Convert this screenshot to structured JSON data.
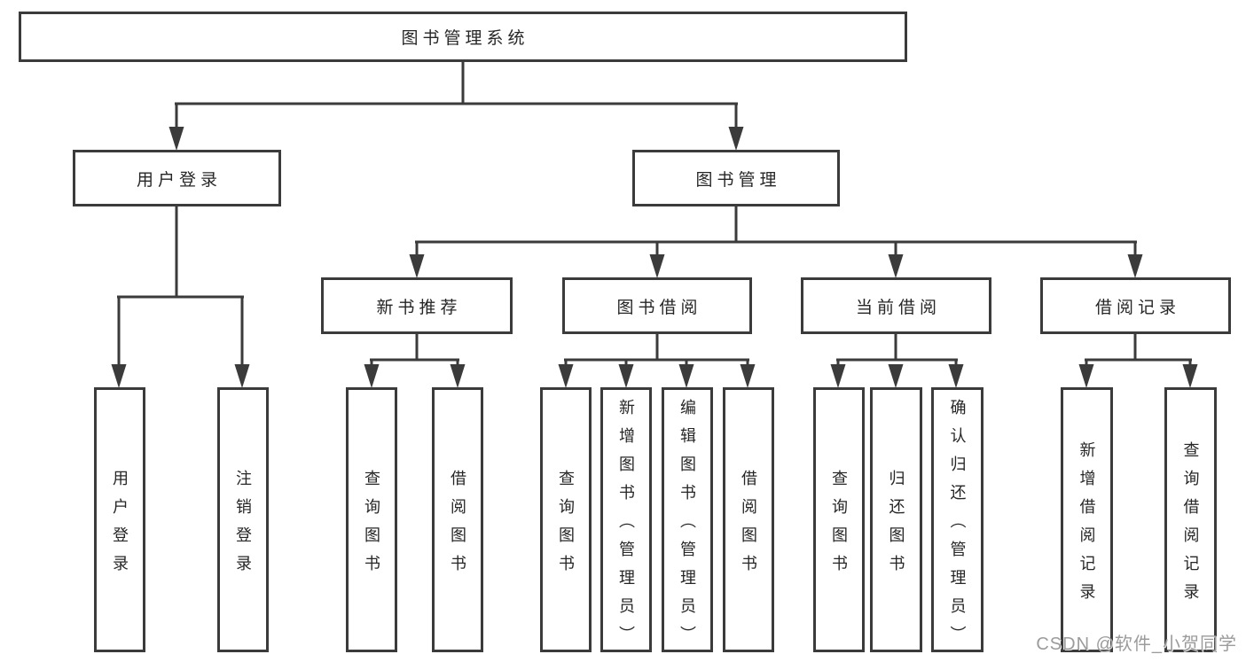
{
  "diagram": {
    "title_node": "图书管理系统",
    "level2": [
      {
        "label": "用户登录"
      },
      {
        "label": "图书管理"
      }
    ],
    "level3": [
      {
        "label": "新书推荐"
      },
      {
        "label": "图书借阅"
      },
      {
        "label": "当前借阅"
      },
      {
        "label": "借阅记录"
      }
    ],
    "leaves": [
      {
        "label": "用户登录"
      },
      {
        "label": "注销登录"
      },
      {
        "label": "查询图书"
      },
      {
        "label": "借阅图书"
      },
      {
        "label": "查询图书"
      },
      {
        "label": "新增图书（管理员）"
      },
      {
        "label": "编辑图书（管理员）"
      },
      {
        "label": "借阅图书"
      },
      {
        "label": "查询图书"
      },
      {
        "label": "归还图书"
      },
      {
        "label": "确认归还（管理员）"
      },
      {
        "label": "新增借阅记录"
      },
      {
        "label": "查询借阅记录"
      }
    ],
    "colors": {
      "line": "#3b3b3b",
      "text": "#262626",
      "box_background": "#ffffff"
    }
  },
  "watermark": {
    "text": "CSDN @软件_小贺同学",
    "color": "#9b9b9b"
  }
}
